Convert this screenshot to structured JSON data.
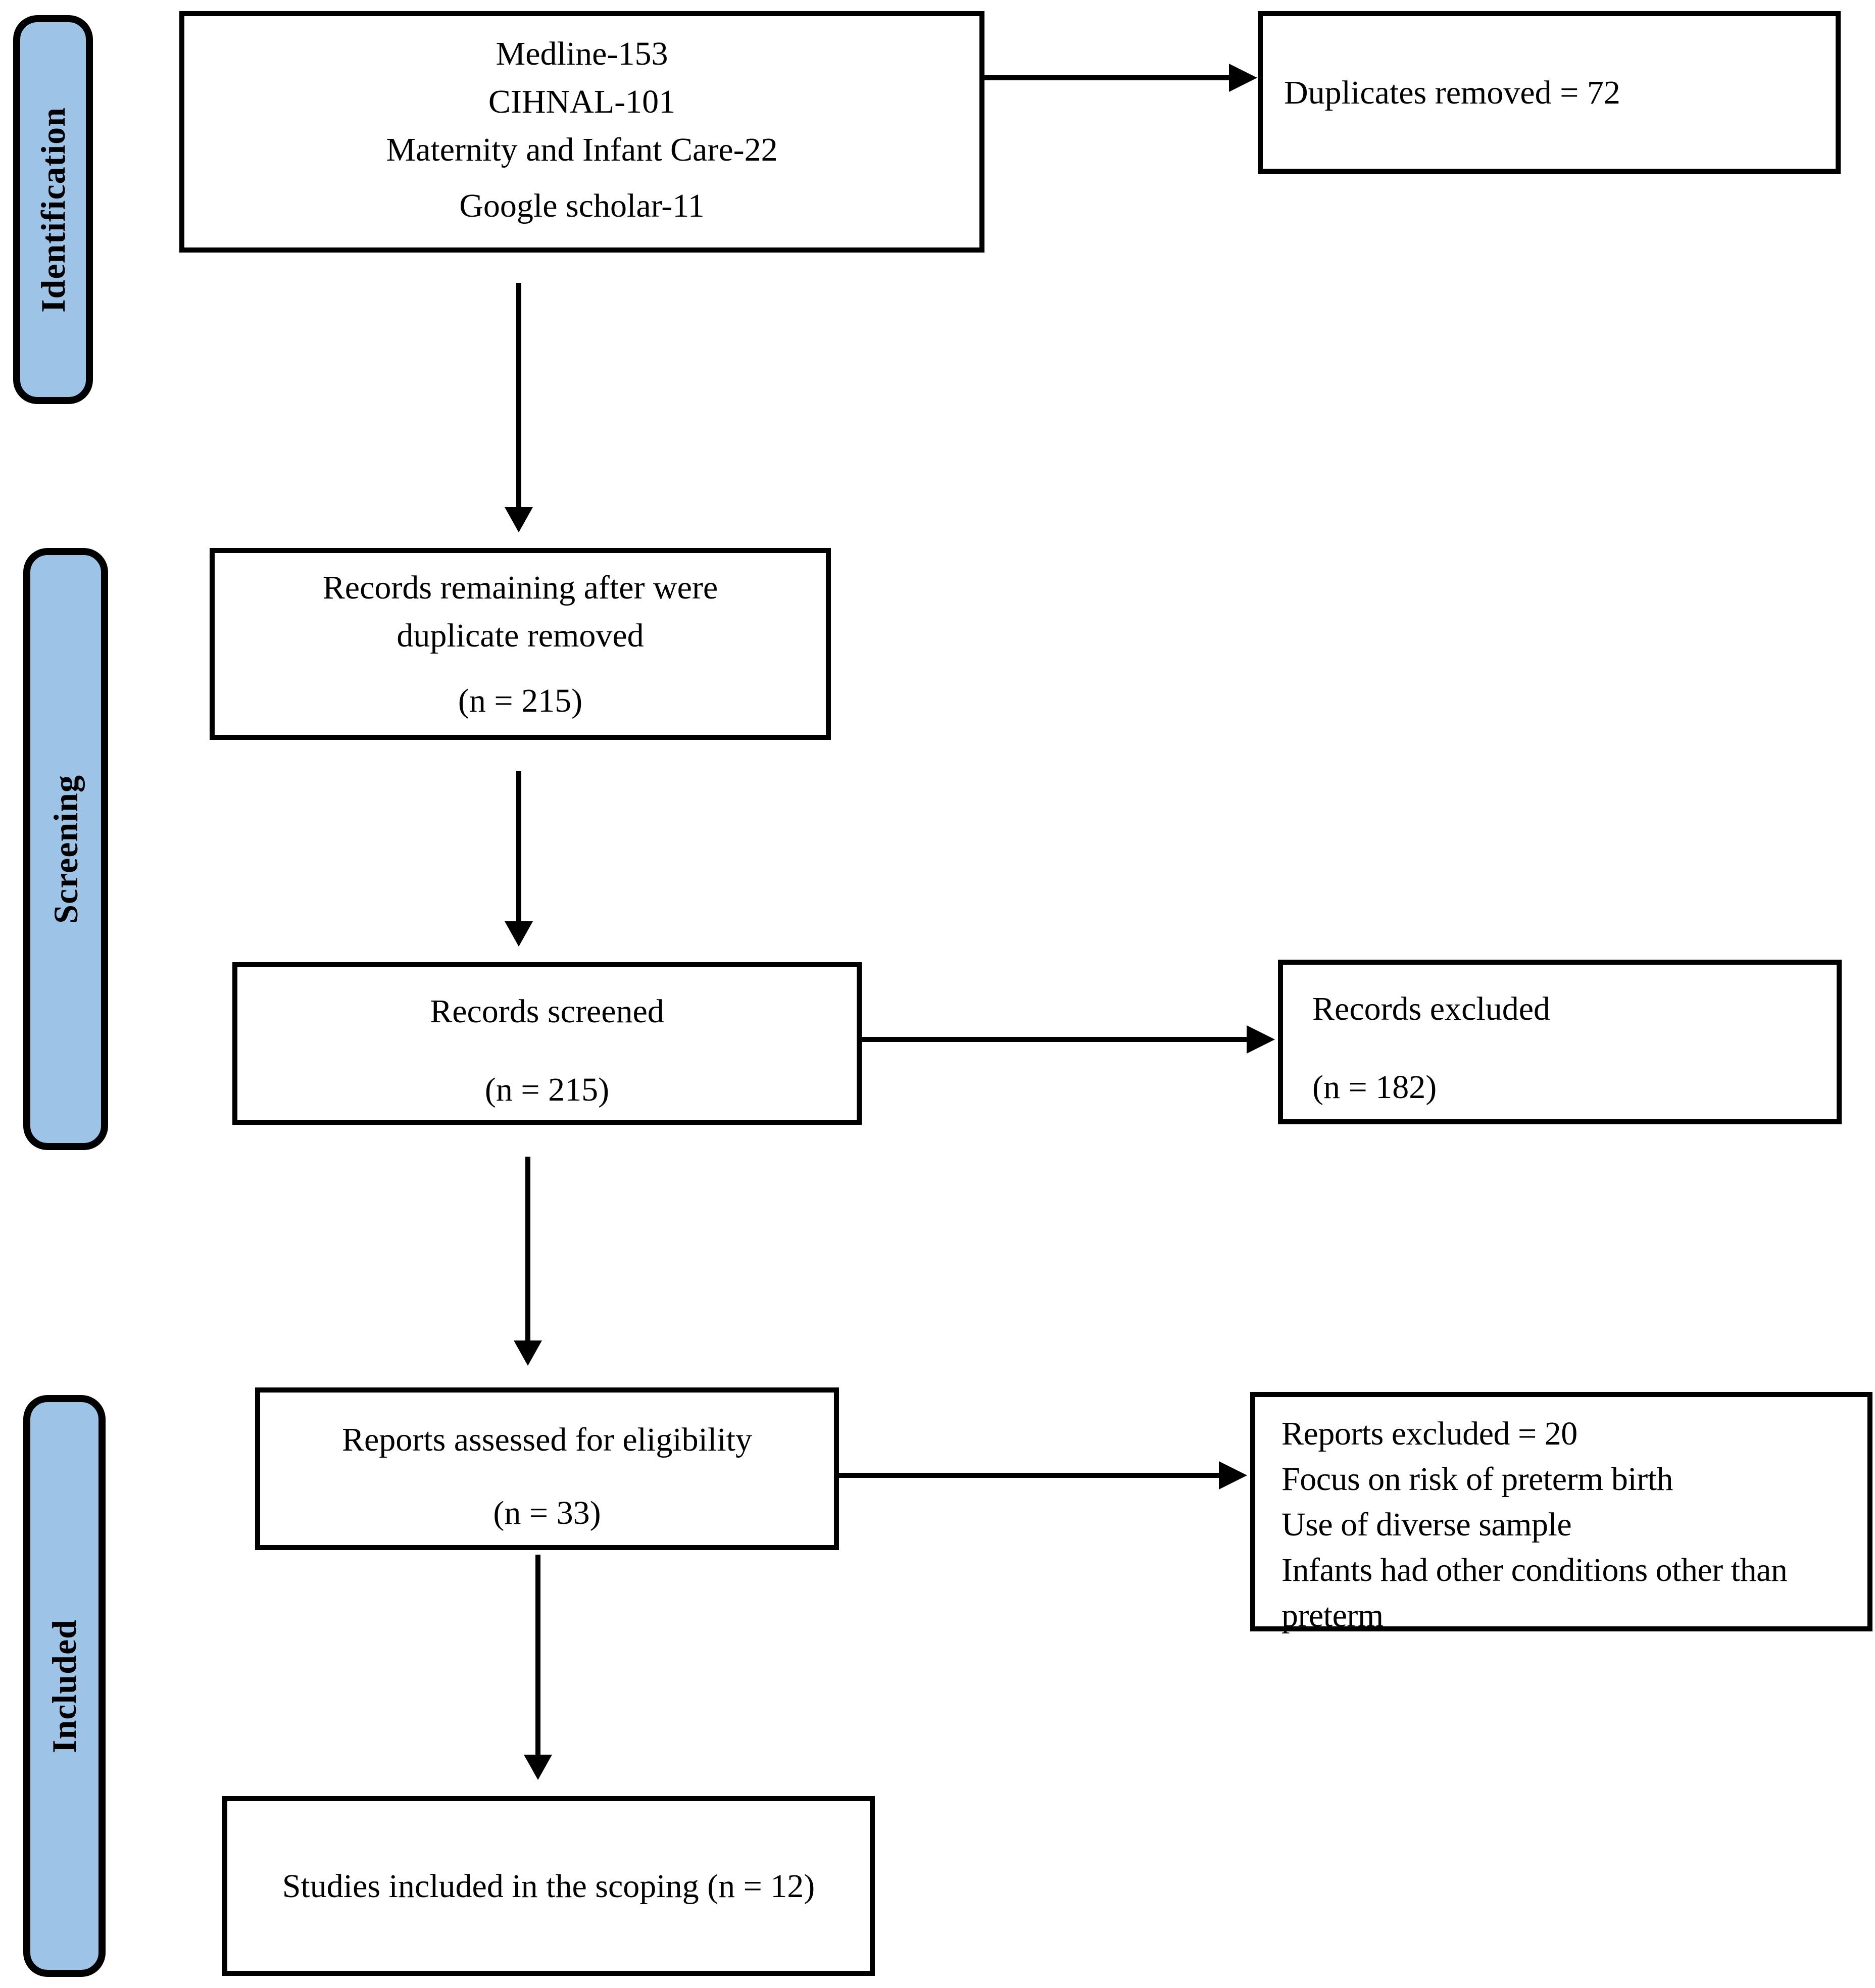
{
  "figure": {
    "stage_labels": [
      {
        "label": "Identification"
      },
      {
        "label": "Screening"
      },
      {
        "label": "Included"
      }
    ],
    "boxes": {
      "sources": {
        "lines": [
          "Medline-153",
          "CIHNAL-101",
          "Maternity and Infant Care-22",
          "Google scholar-11"
        ]
      },
      "duplicates_removed": {
        "text": "Duplicates removed = 72"
      },
      "records_remaining": {
        "lines": [
          "Records remaining after were",
          "duplicate removed"
        ],
        "count": "(n = 215)"
      },
      "records_screened": {
        "title": "Records screened",
        "count": "(n = 215)"
      },
      "records_excluded": {
        "title": "Records excluded",
        "count": "(n = 182)"
      },
      "reports_assessed": {
        "title": "Reports assessed for eligibility",
        "count": "(n = 33)"
      },
      "reports_excluded": {
        "lines": [
          "Reports excluded = 20",
          "Focus on risk of preterm birth",
          "Use of diverse sample",
          "Infants had other conditions other than preterm"
        ]
      },
      "studies_included": {
        "text": "Studies included in the scoping (n = 12)"
      }
    },
    "colors": {
      "stage_fill": "#9DC3E6",
      "line": "#000000"
    }
  }
}
